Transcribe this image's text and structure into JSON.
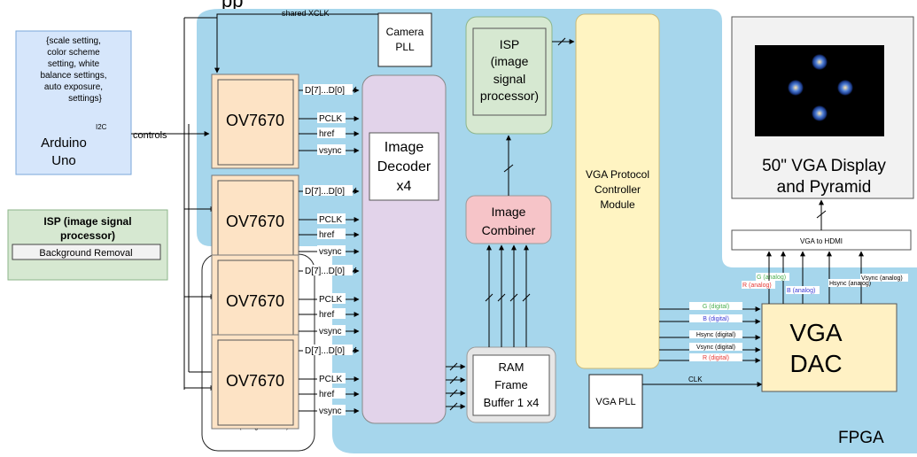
{
  "top_title_fragment": "pp",
  "arduino": {
    "settings_text": [
      "{scale setting,",
      "color scheme",
      "setting, white",
      "balance settings,",
      "auto exposure,",
      "settings}"
    ],
    "i2c": "I2C",
    "name_line1": "Arduino",
    "name_line2": "Uno",
    "controls": "controls"
  },
  "legend": {
    "title_line1": "ISP (image signal",
    "title_line2": "processor)",
    "item": "Background Removal"
  },
  "fpga_label": "FPGA",
  "daughter_card_label": "HSMC (Daughter card)",
  "shared_xclk": "shared XCLK",
  "camera_pll": [
    "Camera",
    "PLL"
  ],
  "cameras": [
    {
      "name": "OV7670",
      "signals": [
        "D[7]...D[0]",
        "PCLK",
        "href",
        "vsync"
      ]
    },
    {
      "name": "OV7670",
      "signals": [
        "D[7]...D[0]",
        "PCLK",
        "href",
        "vsync"
      ]
    },
    {
      "name": "OV7670",
      "signals": [
        "D[7]...D[0]",
        "PCLK",
        "href",
        "vsync"
      ]
    },
    {
      "name": "OV7670",
      "signals": [
        "D[7]...D[0]",
        "PCLK",
        "href",
        "vsync"
      ]
    }
  ],
  "image_decoder": [
    "Image",
    "Decoder",
    "x4"
  ],
  "isp_block": [
    "ISP",
    "(image",
    "signal",
    "processor)"
  ],
  "image_combiner": [
    "Image",
    "Combiner"
  ],
  "ram": [
    "RAM",
    "Frame",
    "Buffer 1 x4"
  ],
  "vga_controller": [
    "VGA Protocol",
    "Controller",
    "Module"
  ],
  "vga_pll": "VGA PLL",
  "clk": "CLK",
  "display": [
    "50\" VGA Display",
    "and Pyramid"
  ],
  "vga_to_hdmi": "VGA to HDMI",
  "vga_dac": [
    "VGA",
    "DAC"
  ],
  "digital_signals": [
    {
      "label": "G (digital)",
      "color": "#4caf50"
    },
    {
      "label": "B (digital)",
      "color": "#3b3bd6"
    },
    {
      "label": "Hsync (digital)",
      "color": "#000000"
    },
    {
      "label": "Vsync (digital)",
      "color": "#000000"
    },
    {
      "label": "R (digital)",
      "color": "#e53935"
    }
  ],
  "analog_signals": [
    {
      "label": "G (analog)",
      "color": "#4caf50"
    },
    {
      "label": "R (analog)",
      "color": "#e53935"
    },
    {
      "label": "B (analog)",
      "color": "#3b3bd6"
    },
    {
      "label": "Hsync (analog)",
      "color": "#000000"
    },
    {
      "label": "Vsync (analog)",
      "color": "#000000"
    }
  ],
  "colors": {
    "fpga_bg": "#a6d6ec",
    "camera_fill": "#fde3c5",
    "decoder_fill": "#e2d3ea",
    "isp_fill": "#d6e8d1",
    "combiner_fill": "#f6c4c8",
    "controller_fill": "#fff4c2",
    "arduino_fill": "#d6e6fb",
    "dac_fill": "#fff1c4"
  }
}
